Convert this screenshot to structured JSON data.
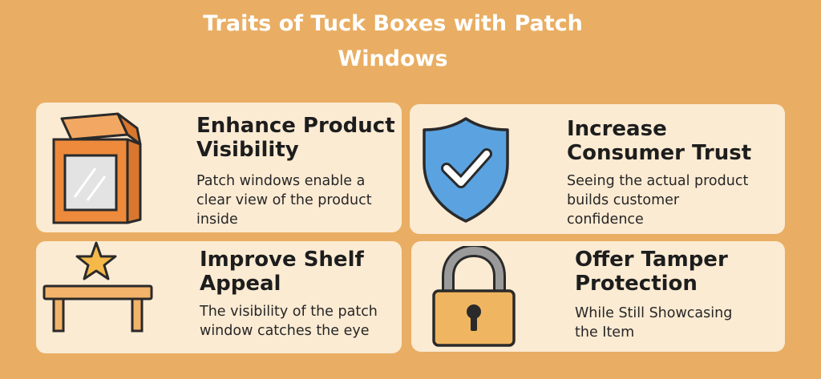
{
  "title": {
    "line1": "Traits of Tuck Boxes with Patch",
    "line2": "Windows"
  },
  "cards": [
    {
      "icon": "box-with-window-icon",
      "heading_line1": "Enhance Product",
      "heading_line2": "Visibility",
      "desc_line1": "Patch windows enable a",
      "desc_line2": "clear view of the product",
      "desc_line3": "inside"
    },
    {
      "icon": "shield-check-icon",
      "heading_line1": "Increase",
      "heading_line2": "Consumer Trust",
      "desc_line1": "Seeing the actual product",
      "desc_line2": "builds customer",
      "desc_line3": "confidence"
    },
    {
      "icon": "shelf-star-icon",
      "heading_line1": "Improve Shelf",
      "heading_line2": "Appeal",
      "desc_line1": "The visibility of the patch",
      "desc_line2": "window catches the eye"
    },
    {
      "icon": "padlock-icon",
      "heading_line1": "Offer Tamper",
      "heading_line2": "Protection",
      "desc_line1": "While Still Showcasing",
      "desc_line2": "the Item"
    }
  ],
  "colors": {
    "background": "#e9ae63",
    "card": "#fcebd3",
    "box_orange": "#ed8a3c",
    "shield_blue": "#5aa3e0",
    "lock_tan": "#f0b560",
    "outline": "#2a2a2a"
  }
}
